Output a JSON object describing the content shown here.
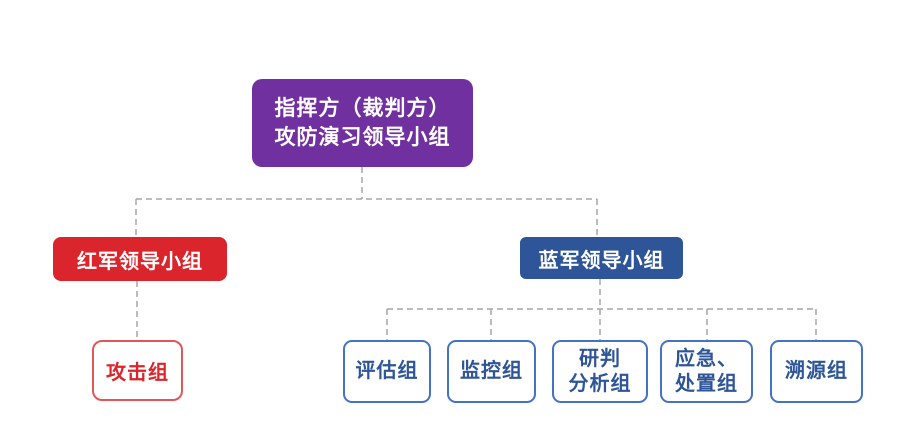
{
  "colors": {
    "purple": "#7030A0",
    "red": "#D9252B",
    "red_light_border": "#E0575B",
    "blue": "#2E5597",
    "blue_border": "#4472C4",
    "connector_gray": "#A6A6A6"
  },
  "org_chart": {
    "root": {
      "lines": [
        "指挥方（裁判方）",
        "攻防演习领导小组"
      ]
    },
    "red_team": {
      "leader": {
        "label": "红军领导小组"
      },
      "children": [
        {
          "label": "攻击组"
        }
      ]
    },
    "blue_team": {
      "leader": {
        "label": "蓝军领导小组"
      },
      "children": [
        {
          "lines": [
            "评估组"
          ]
        },
        {
          "lines": [
            "监控组"
          ]
        },
        {
          "lines": [
            "研判",
            "分析组"
          ]
        },
        {
          "lines": [
            "应急、",
            "处置组"
          ]
        },
        {
          "lines": [
            "溯源组"
          ]
        }
      ]
    }
  }
}
